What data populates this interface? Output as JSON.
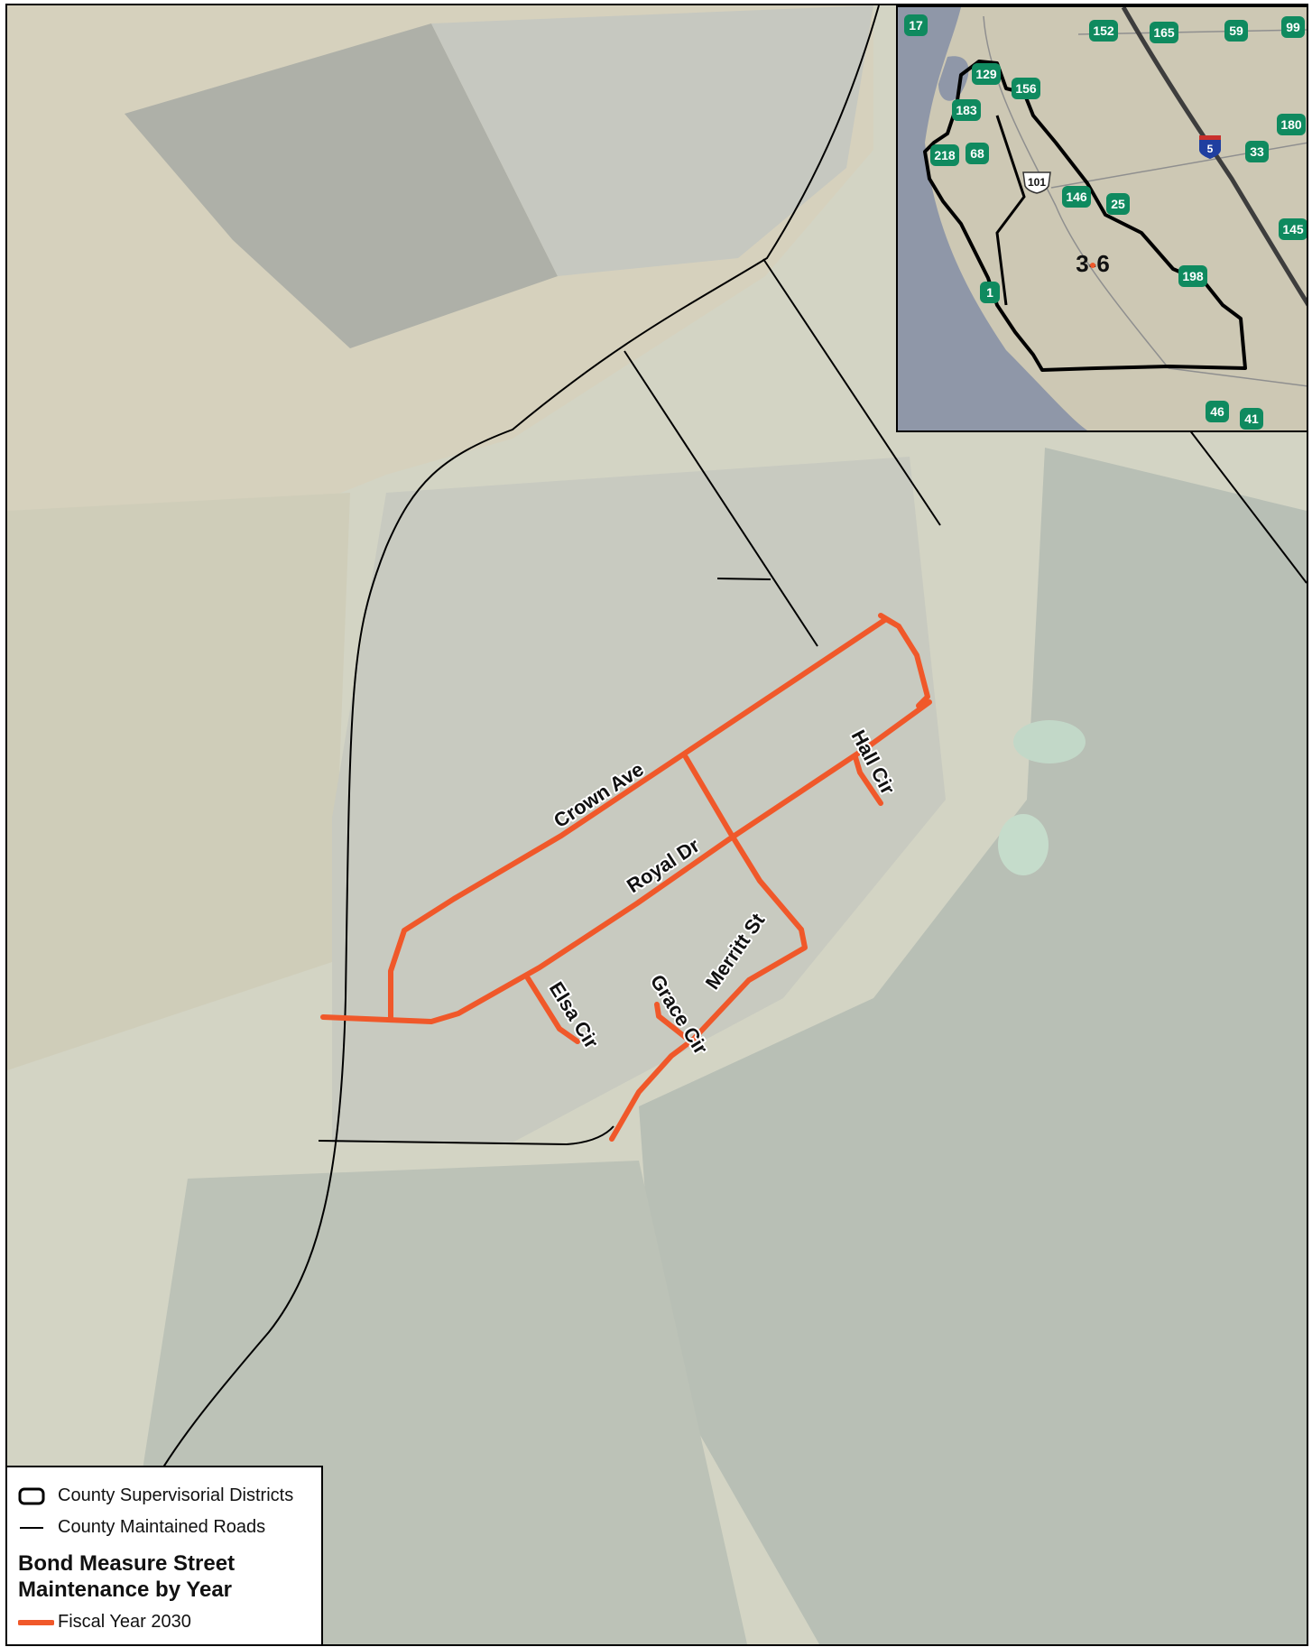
{
  "colors": {
    "maintenance_line": "#f0582a",
    "county_road": "#000000",
    "district_boundary": "#000000",
    "highway_shield": "#0f8a5f",
    "interstate_shield": "#1f3fa0"
  },
  "streets": [
    {
      "id": "crown",
      "label": "Crown Ave"
    },
    {
      "id": "royal",
      "label": "Royal Dr"
    },
    {
      "id": "hall",
      "label": "Hall Cir"
    },
    {
      "id": "merritt",
      "label": "Merritt St"
    },
    {
      "id": "elsa",
      "label": "Elsa Cir"
    },
    {
      "id": "grace",
      "label": "Grace Cir"
    }
  ],
  "inset": {
    "district_label": "3-6",
    "route_shields": [
      "17",
      "152",
      "165",
      "59",
      "99",
      "129",
      "156",
      "183",
      "180",
      "218",
      "68",
      "5",
      "33",
      "101",
      "146",
      "25",
      "145",
      "1",
      "198",
      "46",
      "41"
    ],
    "icons": {
      "state_route": "state-route-shield-icon",
      "interstate": "interstate-shield-icon",
      "us_route": "us-route-shield-icon"
    }
  },
  "legend": {
    "items": [
      {
        "label": "County Supervisorial Districts",
        "icon": "district-outline-icon"
      },
      {
        "label": "County Maintained Roads",
        "icon": "road-line-icon"
      }
    ],
    "title_line1": "Bond Measure Street",
    "title_line2": "Maintenance by Year",
    "fy_items": [
      {
        "label": "Fiscal Year 2030",
        "icon": "orange-line-icon"
      }
    ]
  }
}
